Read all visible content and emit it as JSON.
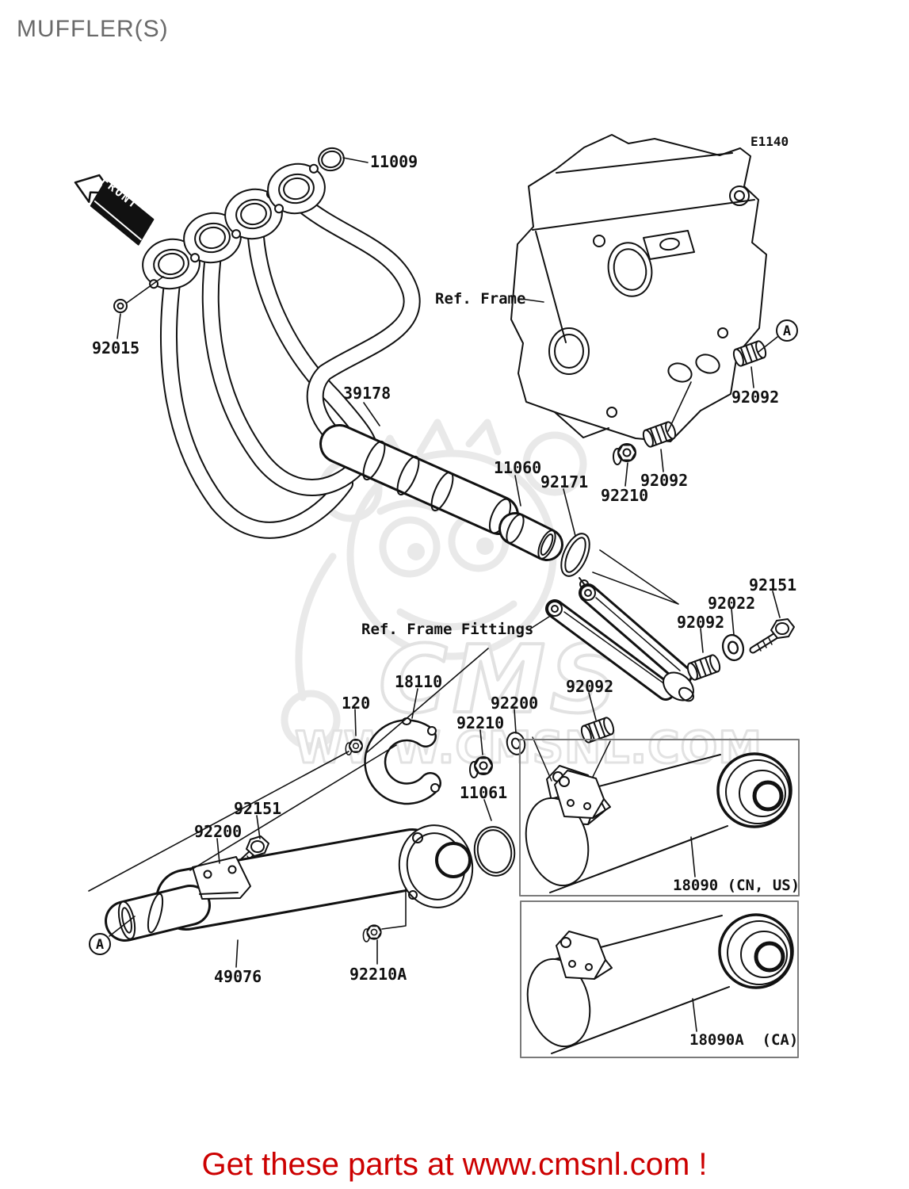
{
  "page": {
    "title": "MUFFLER(S)",
    "footer": "Get these parts at www.cmsnl.com !"
  },
  "diagram": {
    "code": "E1140",
    "front_label": "FRONT",
    "marker": "A",
    "ref_frame": "Ref. Frame",
    "ref_frame_fittings": "Ref. Frame Fittings",
    "watermark_brand": "CMS",
    "watermark_url": "WWW.CMSNL.COM"
  },
  "colors": {
    "footer_red": "#cc0000",
    "title_gray": "#6a6a6a",
    "line_black": "#111111",
    "watermark_gray": "#e9e9e9",
    "box_border_gray": "#7a7a7a"
  },
  "parts": {
    "p11009": "11009",
    "p92015": "92015",
    "p39178": "39178",
    "p11060": "11060",
    "p92171": "92171",
    "p92210": "92210",
    "p92210A": "92210A",
    "p92092": "92092",
    "p92151": "92151",
    "p92022": "92022",
    "p92200": "92200",
    "p18110": "18110",
    "p120": "120",
    "p11061": "11061",
    "p49076": "49076",
    "p18090": "18090 (CN, US)",
    "p18090A": "18090A  (CA)"
  }
}
